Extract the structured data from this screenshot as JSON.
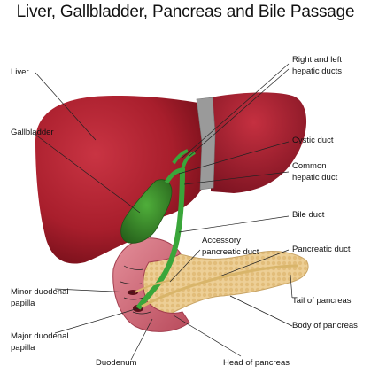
{
  "title": "Liver, Gallbladder, Pancreas and Bile Passage",
  "colors": {
    "liver": "#a81e2c",
    "liver_dark": "#6e0d17",
    "gallbladder": "#3c8a2a",
    "bile_duct": "#3aa63a",
    "pancreas": "#e9c98e",
    "duodenum": "#d9707e",
    "ligament": "#9a9a9a"
  },
  "labels": {
    "liver": "Liver",
    "gallbladder": "Gallbladder",
    "minor_papilla": [
      "Minor duodenal",
      "papilla"
    ],
    "major_papilla": [
      "Major duodenal",
      "papilla"
    ],
    "duodenum": "Duodenum",
    "hepatic_ducts": [
      "Right and left",
      "hepatic ducts"
    ],
    "cystic_duct": "Cystic duct",
    "common_hepatic": [
      "Common",
      "hepatic duct"
    ],
    "bile_duct": "Bile duct",
    "accessory_duct": [
      "Accessory",
      "pancreatic duct"
    ],
    "pancreatic_duct": "Pancreatic duct",
    "tail": "Tail of pancreas",
    "body": "Body of pancreas",
    "head": "Head of pancreas"
  }
}
